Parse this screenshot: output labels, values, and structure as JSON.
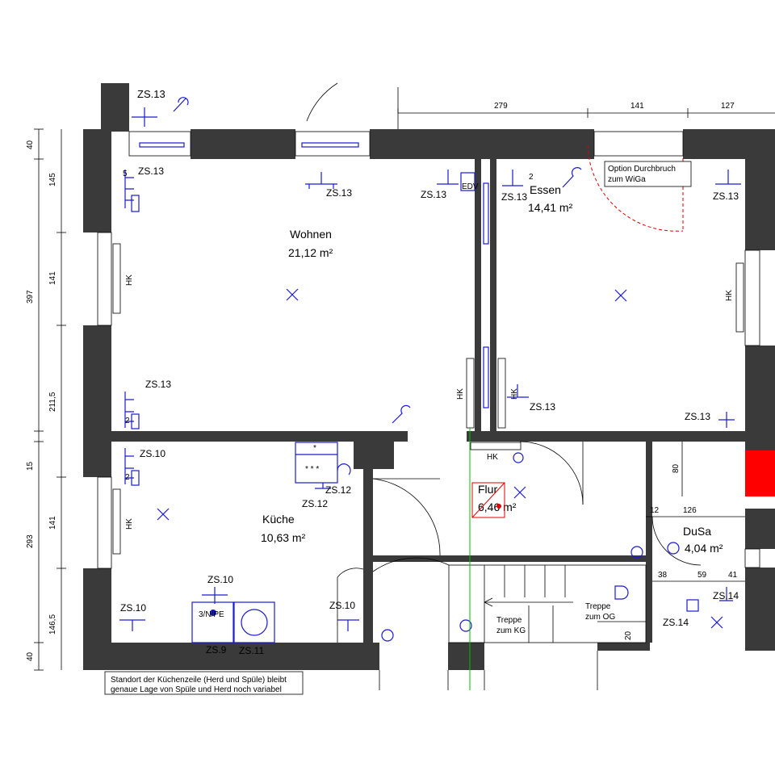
{
  "rooms": {
    "wohnen": {
      "name": "Wohnen",
      "area": "21,12 m²"
    },
    "essen": {
      "name": "Essen",
      "area": "14,41 m²"
    },
    "kueche": {
      "name": "Küche",
      "area": "10,63 m²"
    },
    "flur": {
      "name": "Flur",
      "area": "6,46 m²"
    },
    "dusa": {
      "name": "DuSa",
      "area": "4,04 m²"
    }
  },
  "dimensions": {
    "top": [
      "279",
      "141",
      "127"
    ],
    "left_outer": [
      "40",
      "397",
      "15",
      "293",
      "40"
    ],
    "left_inner": [
      "145",
      "141",
      "211,5",
      "141",
      "146,5"
    ],
    "inner": [
      "80",
      "12",
      "126",
      "38",
      "59",
      "41",
      "20"
    ]
  },
  "symbols": {
    "zs13": "ZS.13",
    "zs10": "ZS.10",
    "zs12": "ZS.12",
    "zs9": "ZS.9",
    "zs11": "ZS.11",
    "zs14": "ZS.14",
    "hk": "HK",
    "edv": "EDV",
    "two": "2",
    "five": "5",
    "stove": "3/N/PE"
  },
  "labels": {
    "option_line1": "Option Durchbruch",
    "option_line2": "zum WiGa",
    "treppe_kg_1": "Treppe",
    "treppe_kg_2": "zum KG",
    "treppe_og_1": "Treppe",
    "treppe_og_2": "zum OG",
    "note_line1": "Standort der Küchenzeile (Herd und Spüle) bleibt",
    "note_line2": "genaue Lage von Spüle und Herd noch variabel"
  },
  "colors": {
    "wall": "#3a3a3a",
    "electrical": "#1a1ad0",
    "option": "#e00000",
    "axis": "#00c000",
    "chimney": "#ff0000"
  }
}
